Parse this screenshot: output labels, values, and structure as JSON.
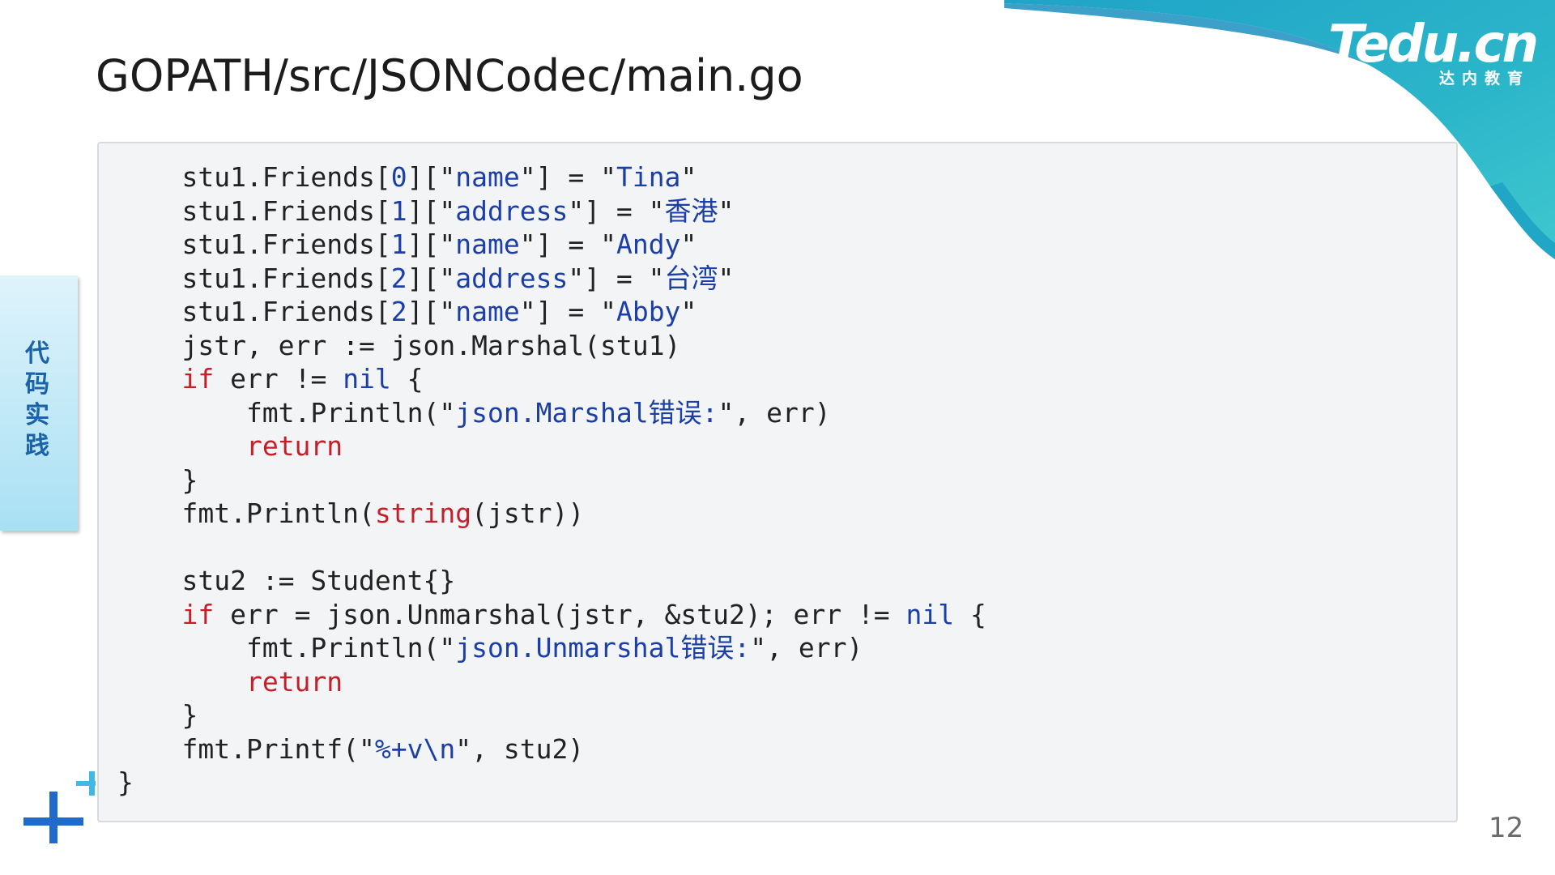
{
  "slide": {
    "title": "GOPATH/src/JSONCodec/main.go",
    "side_tab": "代码实践",
    "page_number": "12",
    "logo_text": "Tedu.cn",
    "logo_subtitle": "达内教育"
  },
  "code": {
    "lines": [
      [
        {
          "t": "    stu1.Friends["
        },
        {
          "t": "0",
          "c": "num"
        },
        {
          "t": "][\""
        },
        {
          "t": "name",
          "c": "str"
        },
        {
          "t": "\"] = \""
        },
        {
          "t": "Tina",
          "c": "str"
        },
        {
          "t": "\""
        }
      ],
      [
        {
          "t": "    stu1.Friends["
        },
        {
          "t": "1",
          "c": "num"
        },
        {
          "t": "][\""
        },
        {
          "t": "address",
          "c": "str"
        },
        {
          "t": "\"] = \""
        },
        {
          "t": "香港",
          "c": "str"
        },
        {
          "t": "\""
        }
      ],
      [
        {
          "t": "    stu1.Friends["
        },
        {
          "t": "1",
          "c": "num"
        },
        {
          "t": "][\""
        },
        {
          "t": "name",
          "c": "str"
        },
        {
          "t": "\"] = \""
        },
        {
          "t": "Andy",
          "c": "str"
        },
        {
          "t": "\""
        }
      ],
      [
        {
          "t": "    stu1.Friends["
        },
        {
          "t": "2",
          "c": "num"
        },
        {
          "t": "][\""
        },
        {
          "t": "address",
          "c": "str"
        },
        {
          "t": "\"] = \""
        },
        {
          "t": "台湾",
          "c": "str"
        },
        {
          "t": "\""
        }
      ],
      [
        {
          "t": "    stu1.Friends["
        },
        {
          "t": "2",
          "c": "num"
        },
        {
          "t": "][\""
        },
        {
          "t": "name",
          "c": "str"
        },
        {
          "t": "\"] = \""
        },
        {
          "t": "Abby",
          "c": "str"
        },
        {
          "t": "\""
        }
      ],
      [
        {
          "t": "    jstr, err := json.Marshal(stu1)"
        }
      ],
      [
        {
          "t": "    "
        },
        {
          "t": "if",
          "c": "kw"
        },
        {
          "t": " err != "
        },
        {
          "t": "nil",
          "c": "nil"
        },
        {
          "t": " {"
        }
      ],
      [
        {
          "t": "        fmt.Println(\""
        },
        {
          "t": "json.Marshal错误:",
          "c": "str"
        },
        {
          "t": "\", err)"
        }
      ],
      [
        {
          "t": "        "
        },
        {
          "t": "return",
          "c": "kw"
        }
      ],
      [
        {
          "t": "    }"
        }
      ],
      [
        {
          "t": "    fmt.Println("
        },
        {
          "t": "string",
          "c": "kw"
        },
        {
          "t": "(jstr))"
        }
      ],
      [
        {
          "t": ""
        }
      ],
      [
        {
          "t": "    stu2 := Student{}"
        }
      ],
      [
        {
          "t": "    "
        },
        {
          "t": "if",
          "c": "kw"
        },
        {
          "t": " err = json.Unmarshal(jstr, &stu2); err != "
        },
        {
          "t": "nil",
          "c": "nil"
        },
        {
          "t": " {"
        }
      ],
      [
        {
          "t": "        fmt.Println(\""
        },
        {
          "t": "json.Unmarshal错误:",
          "c": "str"
        },
        {
          "t": "\", err)"
        }
      ],
      [
        {
          "t": "        "
        },
        {
          "t": "return",
          "c": "kw"
        }
      ],
      [
        {
          "t": "    }"
        }
      ],
      [
        {
          "t": "    fmt.Printf(\""
        },
        {
          "t": "%+v\\n",
          "c": "str"
        },
        {
          "t": "\", stu2)"
        }
      ],
      [
        {
          "t": "}"
        }
      ]
    ]
  },
  "colors": {
    "keyword": "#c3202a",
    "literal": "#1b3fa6",
    "code_background": "#f3f4f6",
    "accent_blue": "#1f6bc7",
    "accent_cyan": "#42b8e4"
  }
}
